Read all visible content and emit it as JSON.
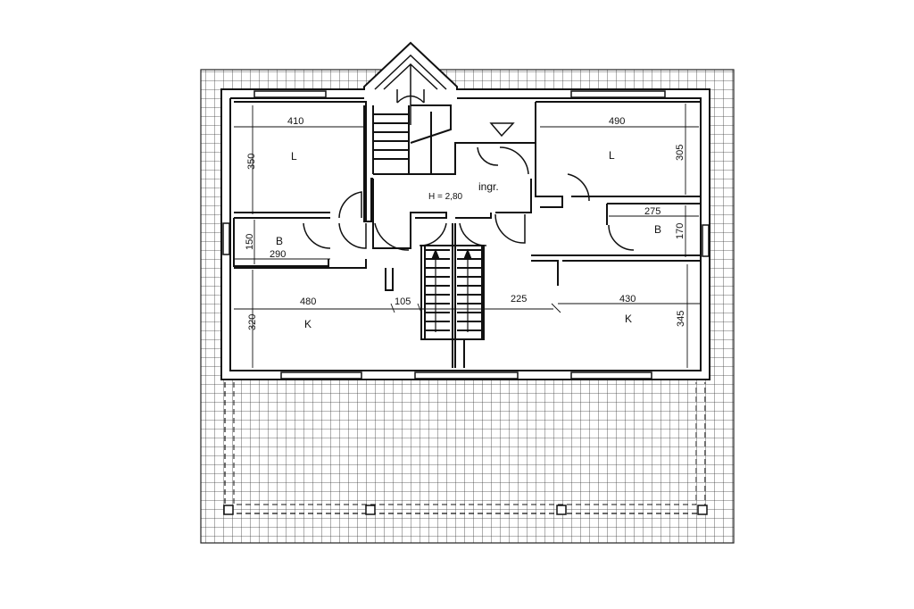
{
  "plan": {
    "rooms": {
      "L_left": "L",
      "L_right": "L",
      "B_left": "B",
      "B_right": "B",
      "K_left": "K",
      "K_right": "K",
      "entrance": "ingr."
    },
    "height_note": "H = 2,80",
    "dimensions": {
      "d410": "410",
      "d350": "350",
      "d490": "490",
      "d305": "305",
      "d275": "275",
      "d170": "170",
      "d150": "150",
      "d290": "290",
      "d480": "480",
      "d105": "105",
      "d225": "225",
      "d430": "430",
      "d320": "320",
      "d345": "345"
    }
  }
}
